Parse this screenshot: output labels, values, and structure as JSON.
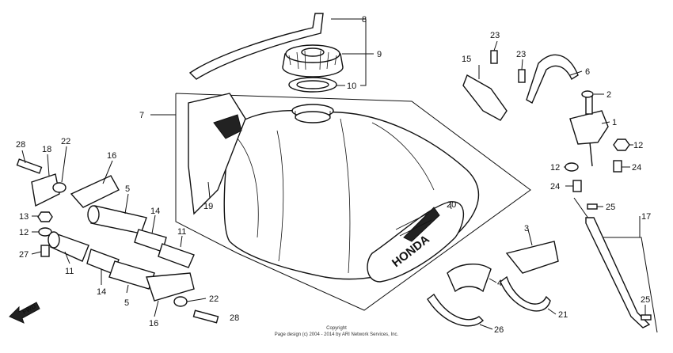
{
  "diagram": {
    "callouts": {
      "n1": "1",
      "n2": "2",
      "n3": "3",
      "n4": "4",
      "n5a": "5",
      "n5b": "5",
      "n6": "6",
      "n7": "7",
      "n8": "8",
      "n9": "9",
      "n10": "10",
      "n11a": "11",
      "n11b": "11",
      "n12a": "12",
      "n12b": "12",
      "n12c": "12",
      "n13": "13",
      "n14a": "14",
      "n14b": "14",
      "n15": "15",
      "n16a": "16",
      "n16b": "16",
      "n17": "17",
      "n18": "18",
      "n19": "19",
      "n20": "20",
      "n21": "21",
      "n22a": "22",
      "n22b": "22",
      "n23a": "23",
      "n23b": "23",
      "n24a": "24",
      "n24b": "24",
      "n25a": "25",
      "n25b": "25",
      "n26": "26",
      "n27": "27",
      "n28a": "28",
      "n28b": "28"
    },
    "fwd_label": "FWD",
    "brand_label": "HONDA",
    "copyright_line1": "Copyright",
    "copyright_line2": "Page design (c) 2004 - 2014 by ARI Network Services, Inc."
  }
}
